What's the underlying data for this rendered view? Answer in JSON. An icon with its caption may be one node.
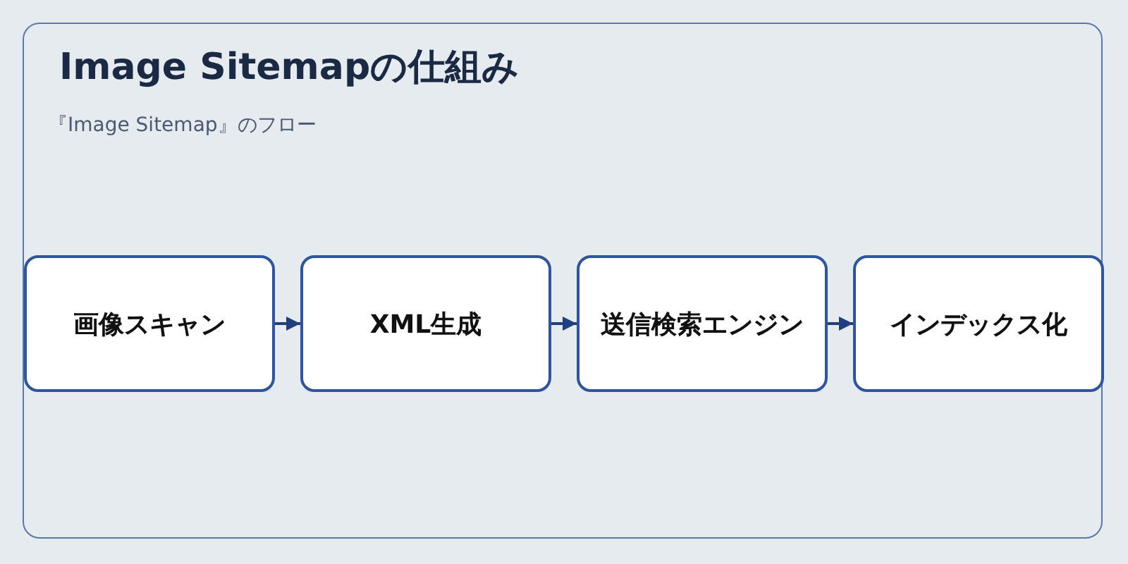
{
  "diagram": {
    "title": "Image Sitemapの仕組み",
    "nodes": [
      {
        "text": [
          "画像スキャン"
        ]
      },
      {
        "text": [
          "XML生成"
        ]
      },
      {
        "text": [
          "送信検索エンジン"
        ]
      },
      {
        "text": [
          "インデックス化"
        ]
      }
    ],
    "edges": [
      {
        "from": 0,
        "to": 1,
        "arrow": "to"
      },
      {
        "from": 1,
        "to": 2,
        "arrow": "to"
      },
      {
        "from": 2,
        "to": 3,
        "arrow": "to"
      }
    ],
    "labels": [
      "『Image Sitemap』のフロー"
    ]
  }
}
